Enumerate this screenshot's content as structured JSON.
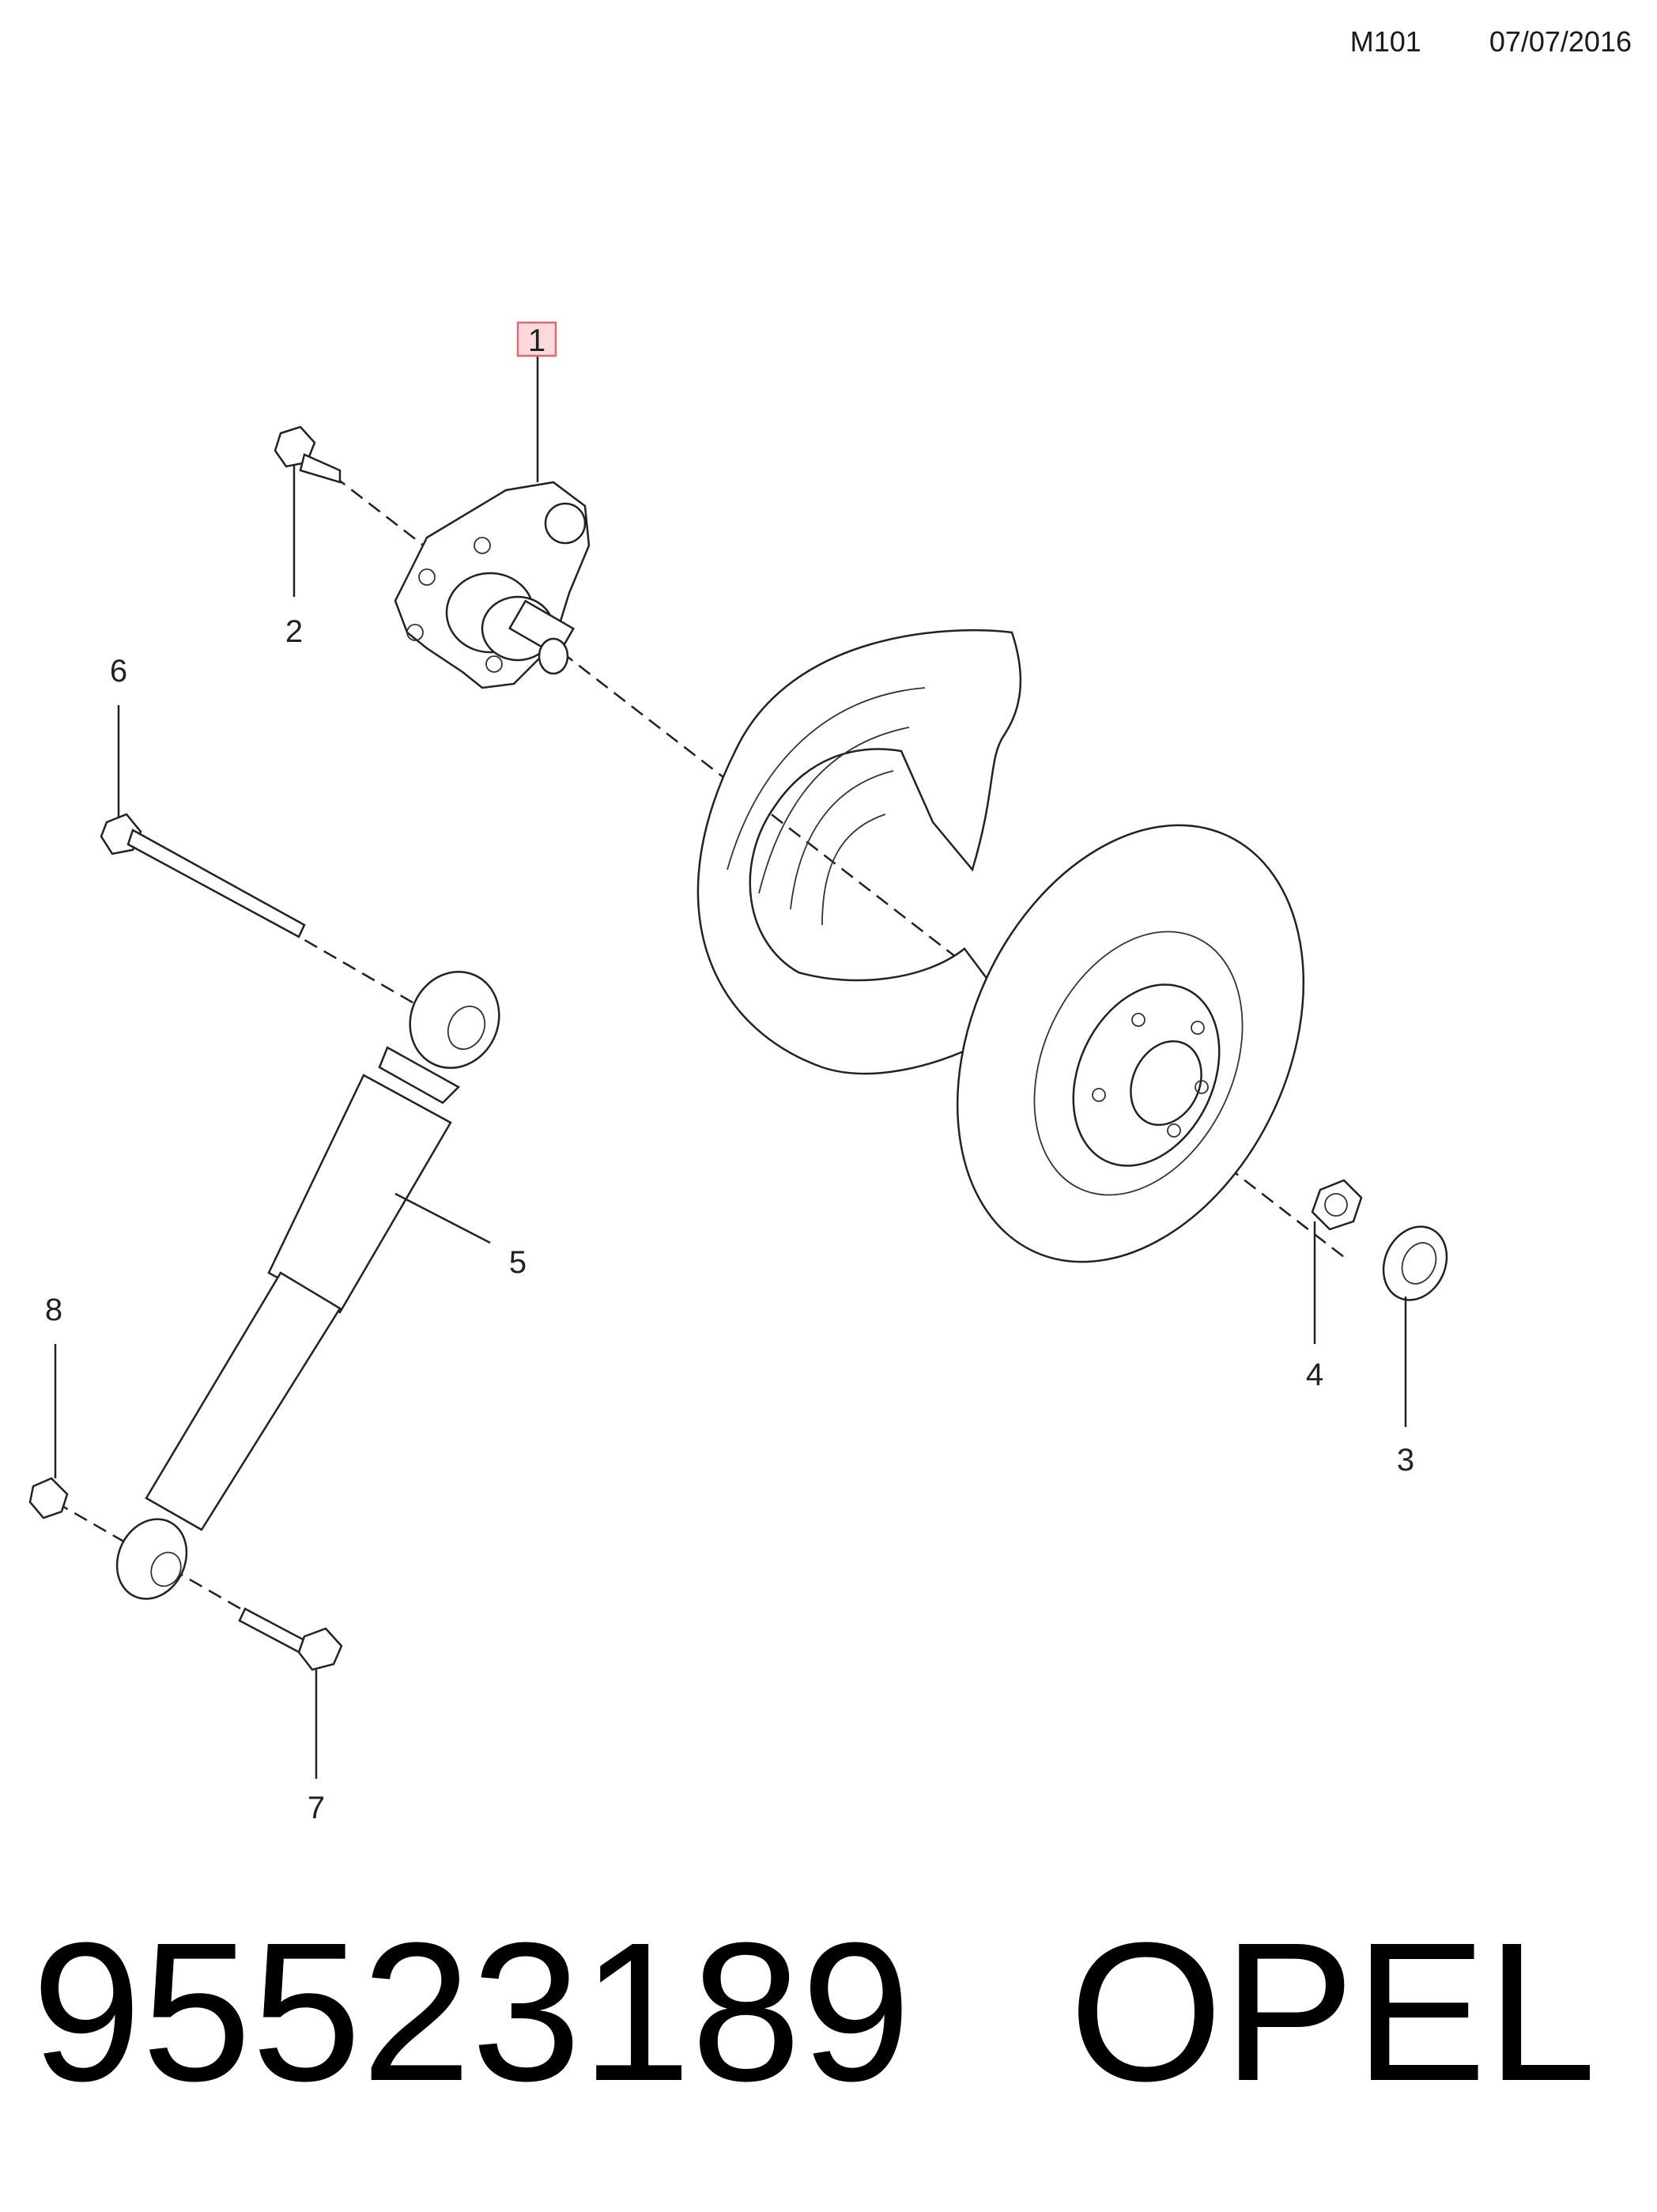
{
  "header": {
    "code": "M101",
    "date": "07/07/2016"
  },
  "callouts": [
    {
      "id": "1",
      "highlighted": true
    },
    {
      "id": "2"
    },
    {
      "id": "3"
    },
    {
      "id": "4"
    },
    {
      "id": "5"
    },
    {
      "id": "6"
    },
    {
      "id": "7"
    },
    {
      "id": "8"
    }
  ],
  "colors": {
    "highlight_fill": "#fbd9dc",
    "highlight_border": "#d96a76",
    "line": "#222222"
  },
  "footer": {
    "part_number": "95523189",
    "brand": "OPEL"
  }
}
